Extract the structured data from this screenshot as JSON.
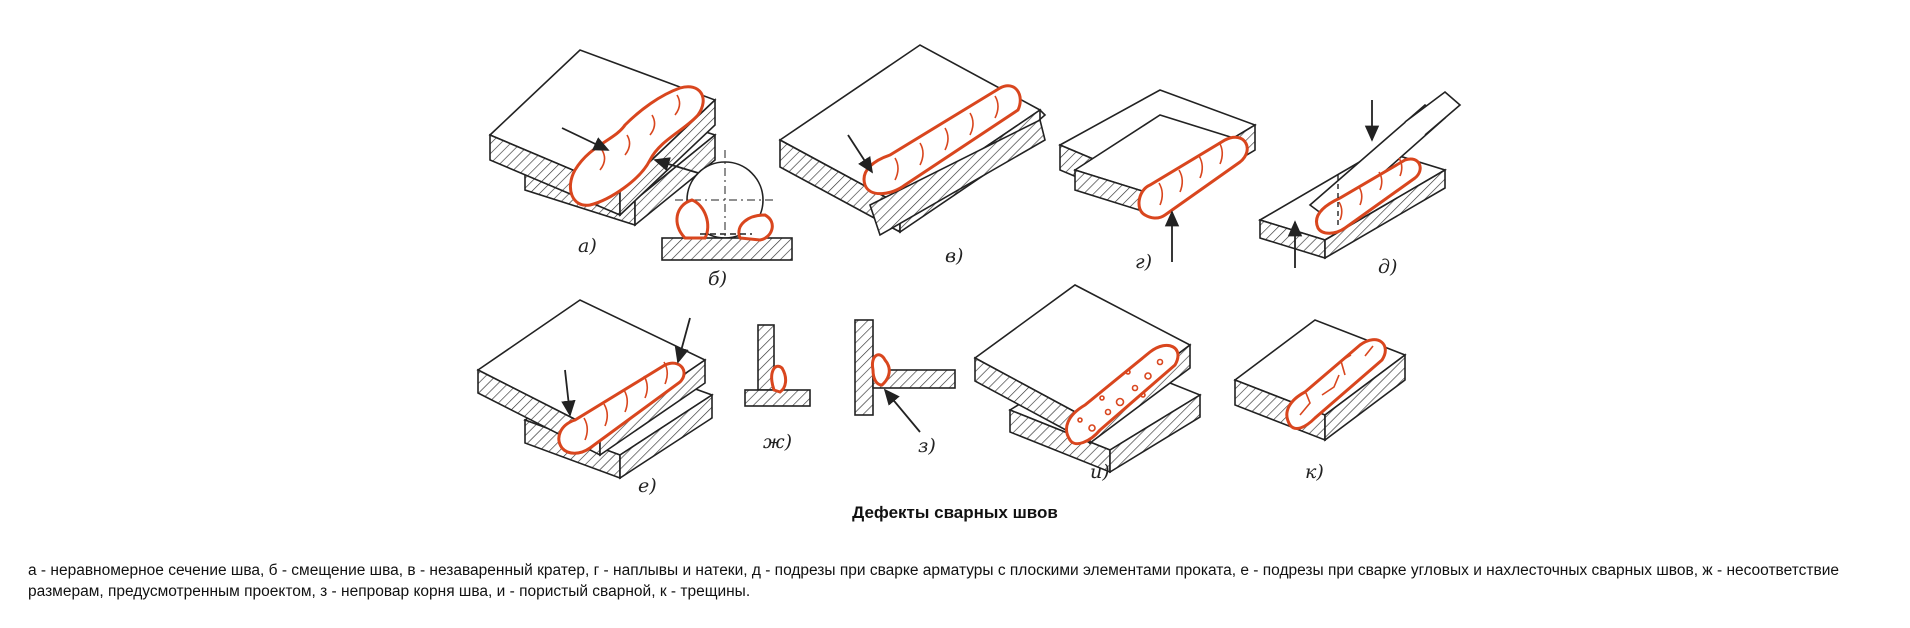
{
  "labels": {
    "a": "a)",
    "b": "б)",
    "v": "в)",
    "g": "г)",
    "d": "д)",
    "e": "е)",
    "zh": "ж)",
    "z": "з)",
    "i": "и)",
    "k": "к)"
  },
  "title": "Дефекты сварных швов",
  "caption": "а - неравномерное сечение шва, б - смещение шва, в - незаваренный кратер, г - наплывы и натеки, д - подрезы при сварке арматуры с плоскими элементами проката, е - подрезы при сварке угловых и нахлесточных сварных швов, ж - несоответствие размерам, предусмотренным проектом, з - непровар корня шва, и - пористый сварной, к - трещины.",
  "colors": {
    "seam": "#d9461e",
    "ink": "#222222"
  }
}
